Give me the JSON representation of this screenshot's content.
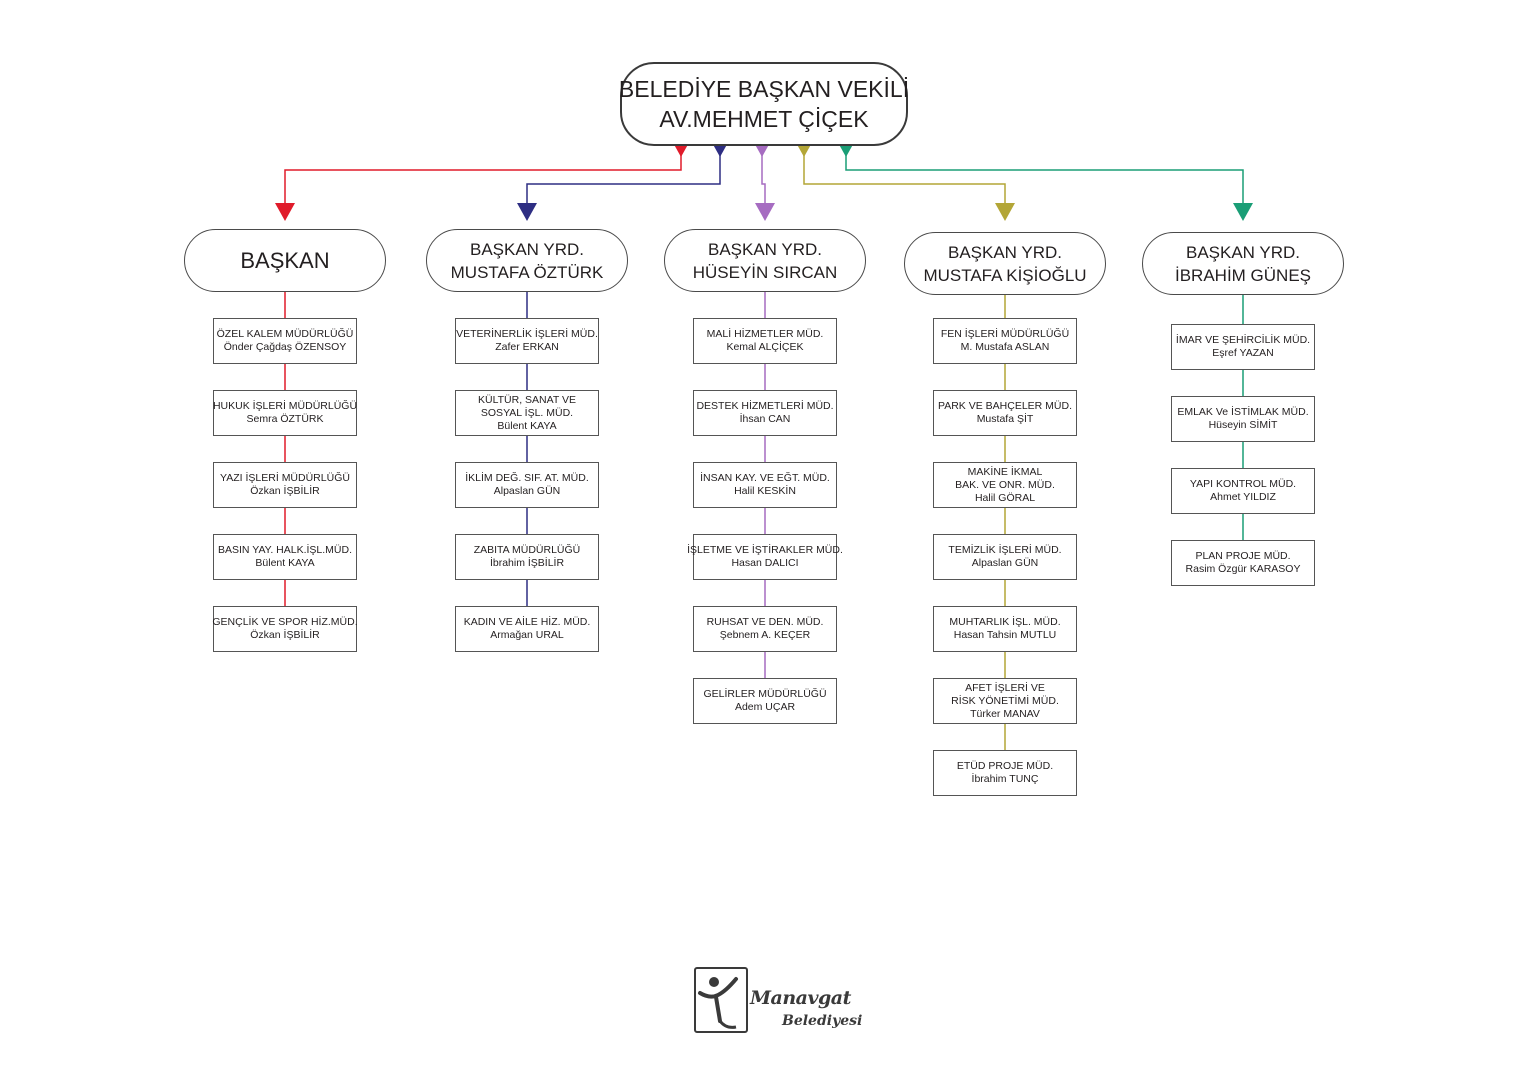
{
  "top": {
    "line1": "BELEDİYE BAŞKAN VEKİLİ",
    "line2": "AV.MEHMET ÇİÇEK"
  },
  "columns": [
    {
      "color": "#e01b2a",
      "head": [
        "BAŞKAN"
      ],
      "units": [
        [
          "ÖZEL KALEM MÜDÜRLÜĞÜ",
          "Önder Çağdaş ÖZENSOY"
        ],
        [
          "HUKUK İŞLERİ MÜDÜRLÜĞÜ",
          "Semra ÖZTÜRK"
        ],
        [
          "YAZI İŞLERİ MÜDÜRLÜĞÜ",
          "Özkan İŞBİLİR"
        ],
        [
          "BASIN YAY. HALK.İŞL.MÜD.",
          "Bülent KAYA"
        ],
        [
          "GENÇLİK VE SPOR HİZ.MÜD.",
          "Özkan İŞBİLİR"
        ]
      ]
    },
    {
      "color": "#2e2e83",
      "head": [
        "BAŞKAN YRD.",
        "MUSTAFA ÖZTÜRK"
      ],
      "units": [
        [
          "VETERİNERLİK İŞLERİ MÜD.",
          "Zafer ERKAN"
        ],
        [
          "KÜLTÜR, SANAT VE",
          "SOSYAL İŞL. MÜD.",
          "Bülent KAYA"
        ],
        [
          "İKLİM DEĞ. SIF. AT. MÜD.",
          "Alpaslan GÜN"
        ],
        [
          "ZABITA MÜDÜRLÜĞÜ",
          "İbrahim İŞBİLİR"
        ],
        [
          "KADIN VE AİLE HİZ. MÜD.",
          "Armağan URAL"
        ]
      ]
    },
    {
      "color": "#a66cc1",
      "head": [
        "BAŞKAN YRD.",
        "HÜSEYİN SIRCAN"
      ],
      "units": [
        [
          "MALİ HİZMETLER MÜD.",
          "Kemal ALÇİÇEK"
        ],
        [
          "DESTEK HİZMETLERİ MÜD.",
          "İhsan CAN"
        ],
        [
          "İNSAN KAY. VE EĞT. MÜD.",
          "Halil KESKİN"
        ],
        [
          "İŞLETME VE İŞTİRAKLER MÜD.",
          "Hasan DALICI"
        ],
        [
          "RUHSAT VE DEN. MÜD.",
          "Şebnem A. KEÇER"
        ],
        [
          "GELİRLER MÜDÜRLÜĞÜ",
          "Adem UÇAR"
        ]
      ]
    },
    {
      "color": "#b3a637",
      "head": [
        "BAŞKAN YRD.",
        "MUSTAFA KİŞİOĞLU"
      ],
      "units": [
        [
          "FEN İŞLERİ MÜDÜRLÜĞÜ",
          "M. Mustafa ASLAN"
        ],
        [
          "PARK VE BAHÇELER MÜD.",
          "Mustafa ŞİT"
        ],
        [
          "MAKİNE İKMAL",
          "BAK. VE ONR. MÜD.",
          "Halil GÖRAL"
        ],
        [
          "TEMİZLİK İŞLERİ MÜD.",
          "Alpaslan GÜN"
        ],
        [
          "MUHTARLIK İŞL. MÜD.",
          "Hasan Tahsin MUTLU"
        ],
        [
          "AFET İŞLERİ VE",
          "RİSK YÖNETİMİ MÜD.",
          "Türker MANAV"
        ],
        [
          "ETÜD PROJE MÜD.",
          "İbrahim TUNÇ"
        ]
      ]
    },
    {
      "color": "#1a9e76",
      "head": [
        "BAŞKAN YRD.",
        "İBRAHİM GÜNEŞ"
      ],
      "units": [
        [
          "İMAR VE ŞEHİRCİLİK MÜD.",
          "Eşref YAZAN"
        ],
        [
          "EMLAK Ve İSTİMLAK MÜD.",
          "Hüseyin SİMİT"
        ],
        [
          "YAPI KONTROL MÜD.",
          "Ahmet YILDIZ"
        ],
        [
          "PLAN PROJE MÜD.",
          "Rasim Özgür KARASOY"
        ]
      ]
    }
  ],
  "logo": {
    "line1": "Manavgat",
    "line2": "Belediyesi"
  }
}
